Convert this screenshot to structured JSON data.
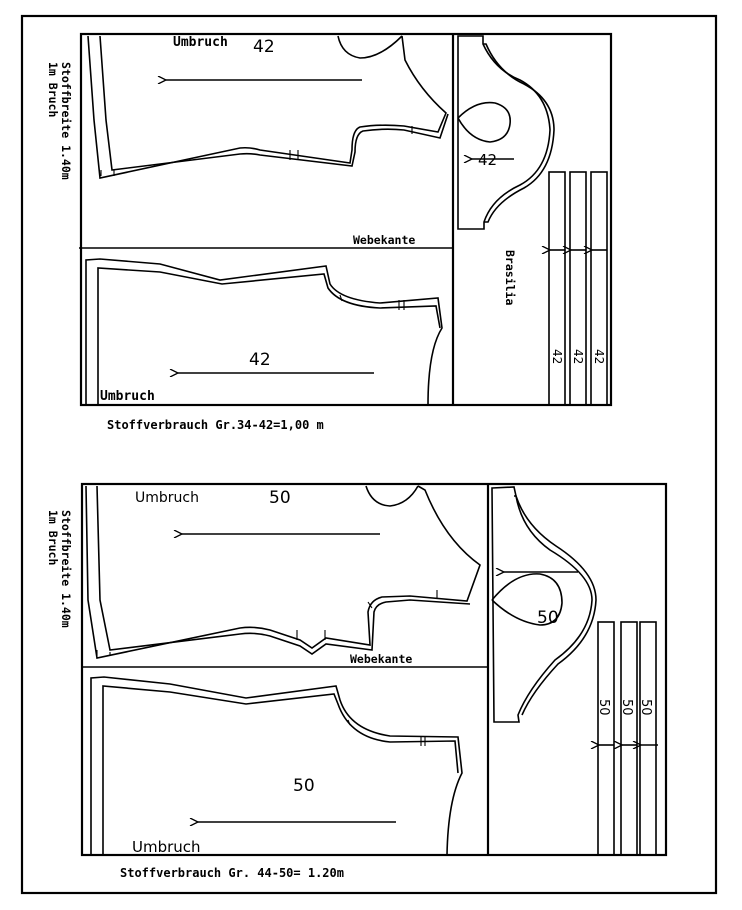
{
  "layouts": [
    {
      "size_label": "42",
      "side_label_line1": "Stoffbreite 1.40m",
      "side_label_line2": "1m Bruch",
      "back_piece": {
        "fold_label": "Umbruch",
        "size": "42"
      },
      "selvage_label": "Webekante",
      "front_piece": {
        "fold_label": "Umbruch",
        "size": "42"
      },
      "collar_piece": {
        "size": "42"
      },
      "model_name": "Brasilia",
      "strips": [
        "42",
        "42",
        "42"
      ],
      "consumption": "Stoffverbrauch Gr.34-42=1,00 m"
    },
    {
      "size_label": "50",
      "side_label_line1": "Stoffbreite 1.40m",
      "side_label_line2": "1m Bruch",
      "back_piece": {
        "fold_label": "Umbruch",
        "size": "50"
      },
      "selvage_label": "Webekante",
      "front_piece": {
        "fold_label": "Umbruch",
        "size": "50"
      },
      "collar_piece": {
        "size": "50"
      },
      "strips": [
        "50",
        "50",
        "50"
      ],
      "consumption": "Stoffverbrauch Gr. 44-50= 1.20m"
    }
  ],
  "colors": {
    "ink": "#000000",
    "paper": "#ffffff"
  }
}
